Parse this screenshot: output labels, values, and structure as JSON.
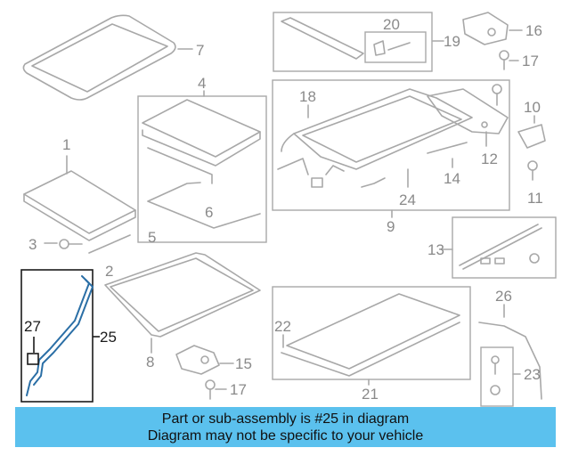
{
  "callouts": {
    "c1": "1",
    "c2": "2",
    "c3": "3",
    "c4": "4",
    "c5": "5",
    "c6": "6",
    "c7": "7",
    "c8": "8",
    "c9": "9",
    "c10": "10",
    "c11": "11",
    "c12": "12",
    "c13": "13",
    "c14": "14",
    "c15": "15",
    "c16": "16",
    "c17a": "17",
    "c17b": "17",
    "c18": "18",
    "c19": "19",
    "c20": "20",
    "c21": "21",
    "c22": "22",
    "c23": "23",
    "c24": "24",
    "c25": "25",
    "c26": "26",
    "c27": "27"
  },
  "banner": {
    "line1": "Part or sub-assembly is #25 in diagram",
    "line2": "Diagram may not be specific to your vehicle"
  },
  "colors": {
    "banner_bg": "#5bc1ee",
    "highlight_part": "#2b6fa6",
    "part_outline": "#a8a8a8"
  }
}
